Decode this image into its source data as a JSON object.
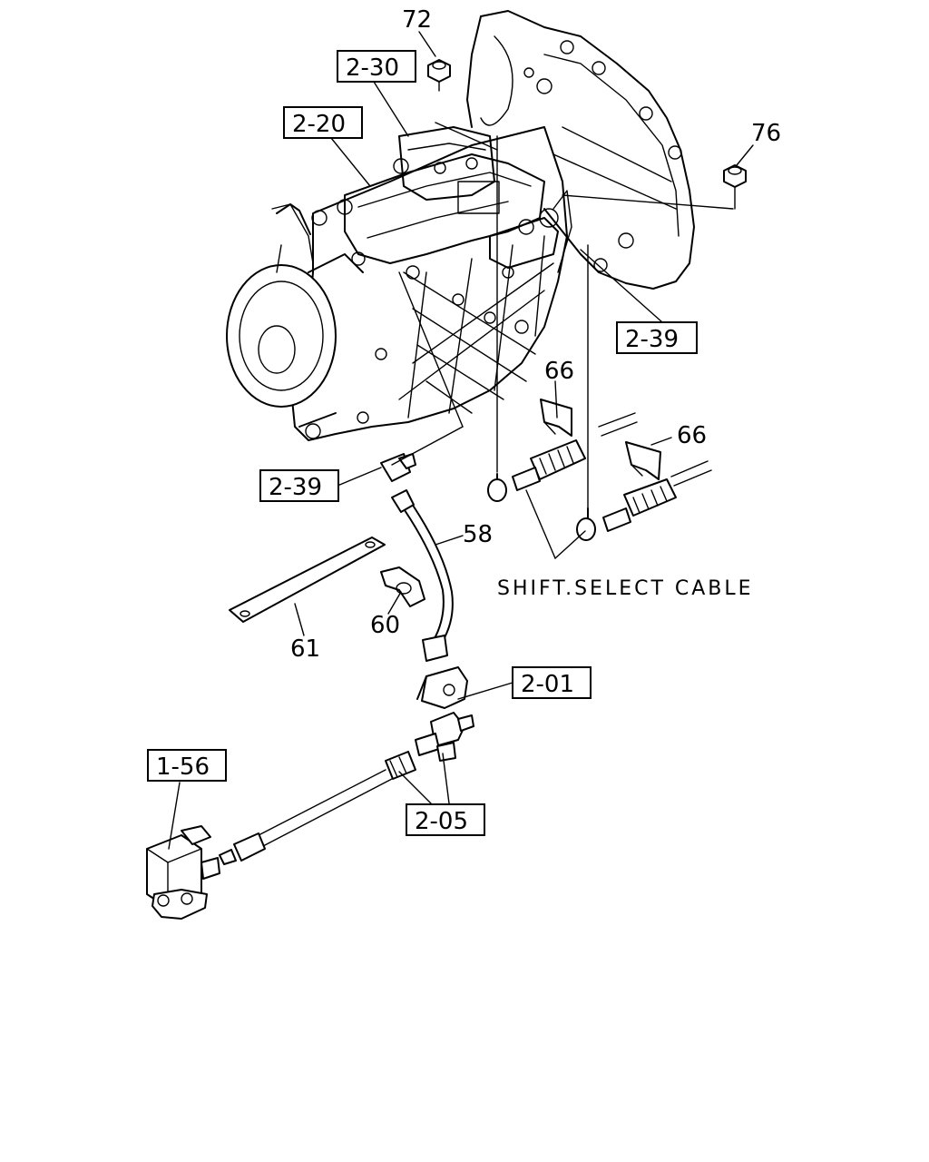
{
  "callouts": {
    "c72": "72",
    "c2_30": "2-30",
    "c2_20": "2-20",
    "c76": "76",
    "c2_39_top": "2-39",
    "c66_a": "66",
    "c66_b": "66",
    "c2_39_left": "2-39",
    "c58": "58",
    "c61": "61",
    "c60": "60",
    "c2_01": "2-01",
    "c1_56": "1-56",
    "c2_05": "2-05"
  },
  "caption": "SHIFT.SELECT CABLE"
}
